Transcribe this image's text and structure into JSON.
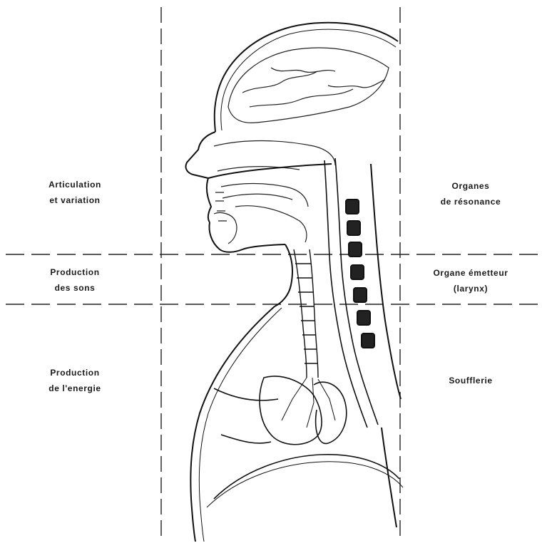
{
  "left_labels": [
    {
      "line1": "Articulation",
      "line2": "et variation"
    },
    {
      "line1": "Production",
      "line2": "des sons"
    },
    {
      "line1": "Production",
      "line2": "de l'energie"
    }
  ],
  "right_labels": [
    {
      "line1": "Organes",
      "line2": "de résonance"
    },
    {
      "line1": "Organe émetteur",
      "line2": "(larynx)"
    },
    {
      "line1": "Soufflerie",
      "line2": ""
    }
  ],
  "colors": {
    "ink": "#1a1a1a",
    "background": "#ffffff"
  }
}
